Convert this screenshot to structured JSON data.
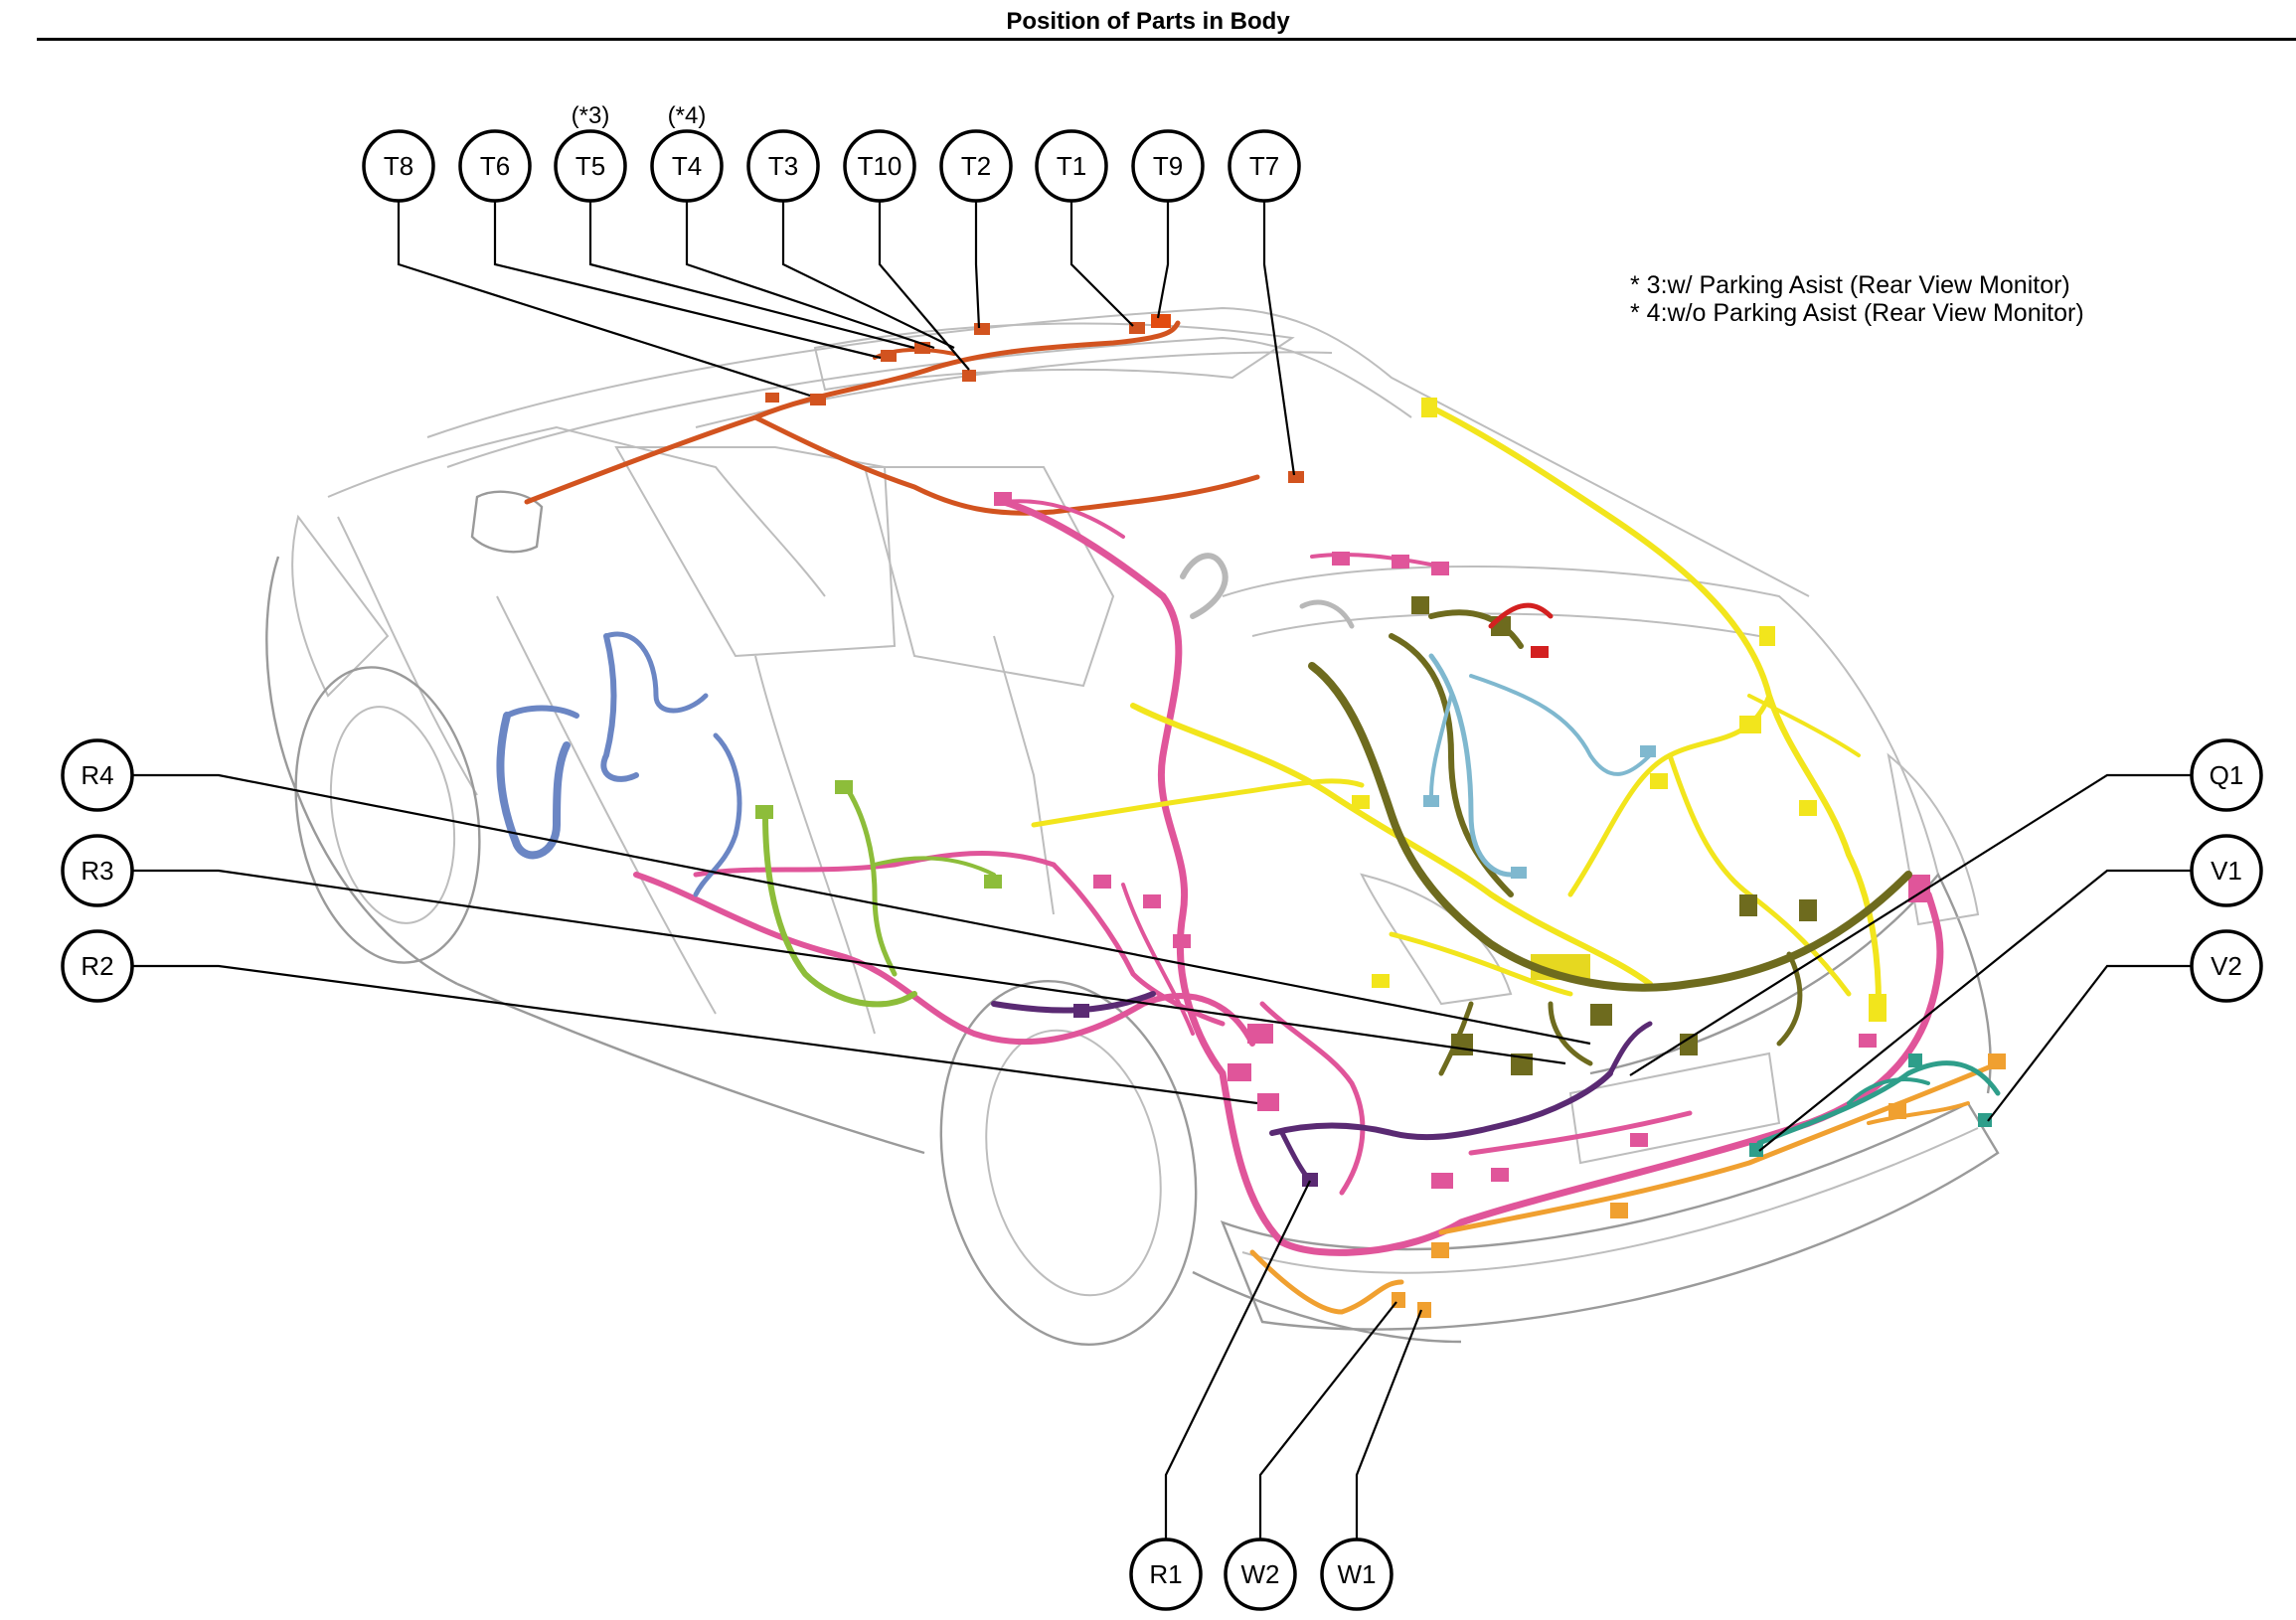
{
  "header": {
    "title": "Position of Parts in Body"
  },
  "notes": [
    "* 3:w/ Parking Asist (Rear View Monitor)",
    "* 4:w/o Parking Asist (Rear View Monitor)"
  ],
  "callouts": [
    {
      "id": "t8",
      "label": "T8"
    },
    {
      "id": "t6",
      "label": "T6"
    },
    {
      "id": "t5",
      "label": "T5",
      "qualifier": "(*3)"
    },
    {
      "id": "t4",
      "label": "T4",
      "qualifier": "(*4)"
    },
    {
      "id": "t3",
      "label": "T3"
    },
    {
      "id": "t10",
      "label": "T10"
    },
    {
      "id": "t2",
      "label": "T2"
    },
    {
      "id": "t1",
      "label": "T1"
    },
    {
      "id": "t9",
      "label": "T9"
    },
    {
      "id": "t7",
      "label": "T7"
    },
    {
      "id": "r4",
      "label": "R4"
    },
    {
      "id": "r3",
      "label": "R3"
    },
    {
      "id": "r2",
      "label": "R2"
    },
    {
      "id": "q1",
      "label": "Q1"
    },
    {
      "id": "v1",
      "label": "V1"
    },
    {
      "id": "v2",
      "label": "V2"
    },
    {
      "id": "r1",
      "label": "R1"
    },
    {
      "id": "w2",
      "label": "W2"
    },
    {
      "id": "w1",
      "label": "W1"
    }
  ],
  "harness_colors": {
    "roof": "#d2531f",
    "pink": "#e0559a",
    "yellow": "#f2e51c",
    "olive": "#6e6b1e",
    "blue": "#6b86c4",
    "green": "#8dbd3a",
    "light_blue": "#7fb8cf",
    "purple": "#5a2a73",
    "orange": "#f0a030",
    "teal": "#2e9e8a",
    "red": "#d32020",
    "gray": "#b8b8b8"
  }
}
